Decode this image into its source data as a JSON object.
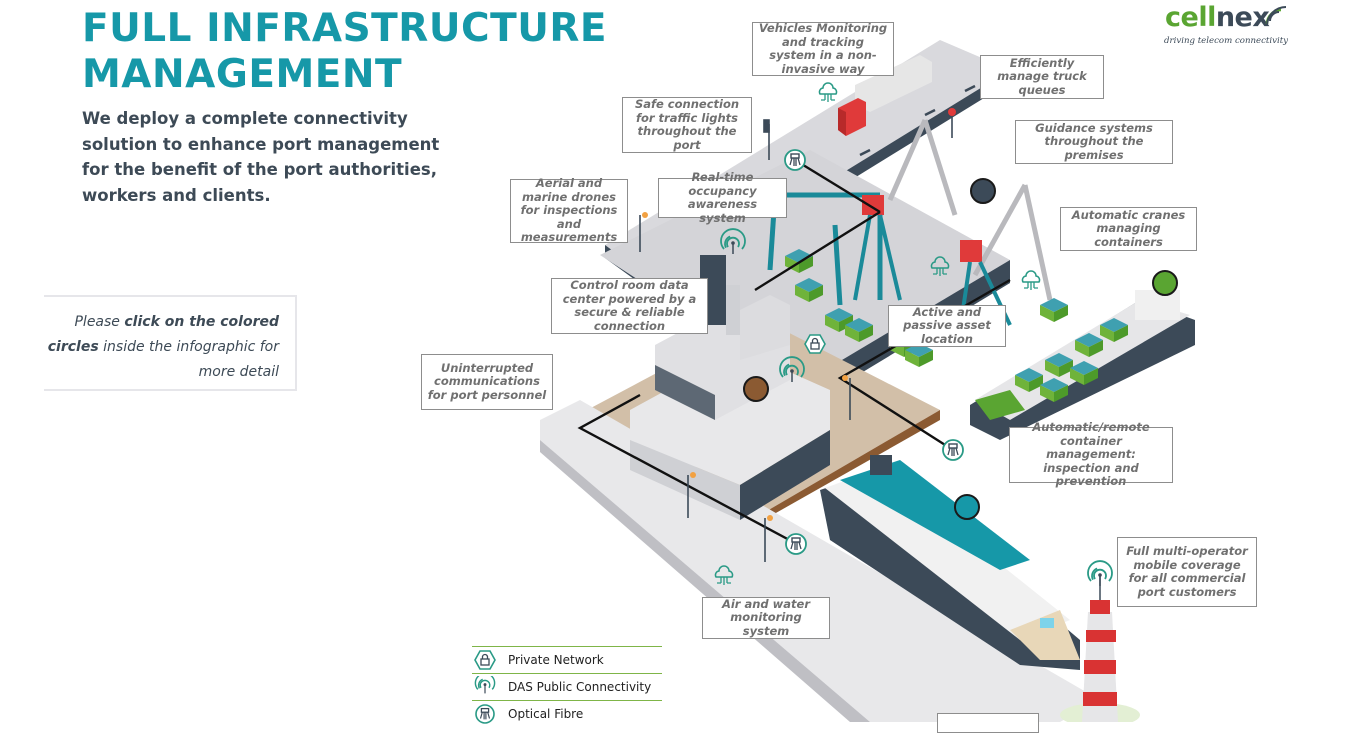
{
  "header": {
    "title_line1": "FULL INFRASTRUCTURE",
    "title_line2": "MANAGEMENT",
    "intro": "We deploy a complete connectivity solution to enhance port management for the benefit of the port authorities, workers and clients."
  },
  "brand": {
    "logo_part1": "cell",
    "logo_part2": "nex",
    "tagline": "driving telecom connectivity",
    "primary_color": "#1698a8",
    "green": "#5aa532",
    "dark": "#3c4a58"
  },
  "hint": {
    "prefix": "Please ",
    "bold1": "click on the colored circles",
    "suffix": " inside the infographic for more detail"
  },
  "callouts": [
    {
      "id": "vehicles",
      "text": "Vehicles Monitoring and tracking system in a non-invasive way"
    },
    {
      "id": "truck-queues",
      "text": "Efficiently manage truck queues"
    },
    {
      "id": "traffic-lights",
      "text": "Safe connection for traffic lights throughout the port"
    },
    {
      "id": "guidance",
      "text": "Guidance systems throughout the premises"
    },
    {
      "id": "drones",
      "text": "Aerial and marine drones for inspections and measurements"
    },
    {
      "id": "occupancy",
      "text": "Real-time occupancy awareness system"
    },
    {
      "id": "cranes",
      "text": "Automatic cranes managing containers"
    },
    {
      "id": "control-room",
      "text": "Control room data center powered by a secure & reliable connection"
    },
    {
      "id": "asset-location",
      "text": "Active and passive asset location"
    },
    {
      "id": "personnel",
      "text": "Uninterrupted communications for port personnel"
    },
    {
      "id": "container-mgmt",
      "text": "Automatic/remote container management: inspection and prevention"
    },
    {
      "id": "mobile-coverage",
      "text": "Full multi-operator mobile coverage for all commercial port customers"
    },
    {
      "id": "air-water",
      "text": "Air and water monitoring system"
    },
    {
      "id": "bottom-partial",
      "text": ""
    }
  ],
  "hotspots": [
    {
      "id": "cranes-hotspot",
      "color": "#3c4a58"
    },
    {
      "id": "cargo-ship-hotspot",
      "color": "#5aa532"
    },
    {
      "id": "control-room-hotspot",
      "color": "#8b5a32"
    },
    {
      "id": "cruise-ship-hotspot",
      "color": "#1698a8"
    }
  ],
  "legend": [
    {
      "icon": "private-network-icon",
      "label": "Private Network"
    },
    {
      "icon": "das-public-connectivity-icon",
      "label": "DAS Public Connectivity"
    },
    {
      "icon": "optical-fibre-icon",
      "label": "Optical Fibre"
    }
  ]
}
